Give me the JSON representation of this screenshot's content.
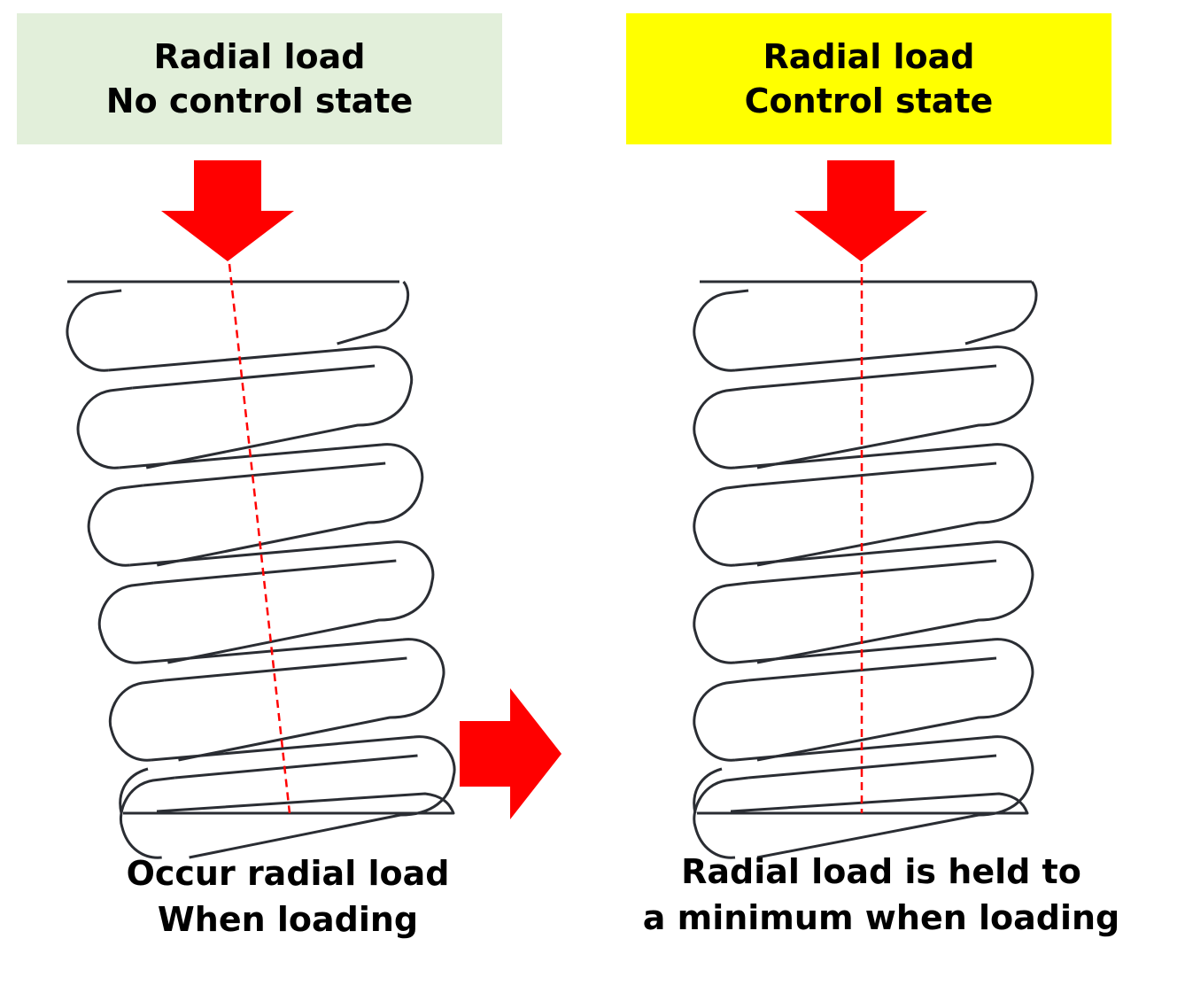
{
  "colors": {
    "left_box_bg": "#e2efda",
    "right_box_bg": "#ffff00",
    "arrow": "#ff0000",
    "spring_stroke": "#2a2d33",
    "axis_line": "#ff0000"
  },
  "left_panel": {
    "title_line1": "Radial load",
    "title_line2": "No control state",
    "caption_line1": "Occur radial load",
    "caption_line2": "When loading",
    "axis": "tilted"
  },
  "right_panel": {
    "title_line1": "Radial load",
    "title_line2": "Control state",
    "caption_line1": "Radial load is held to",
    "caption_line2": "a minimum when loading",
    "axis": "vertical"
  },
  "icons": {
    "load_arrow": "down-arrow-icon",
    "shift_arrow": "right-arrow-icon"
  }
}
